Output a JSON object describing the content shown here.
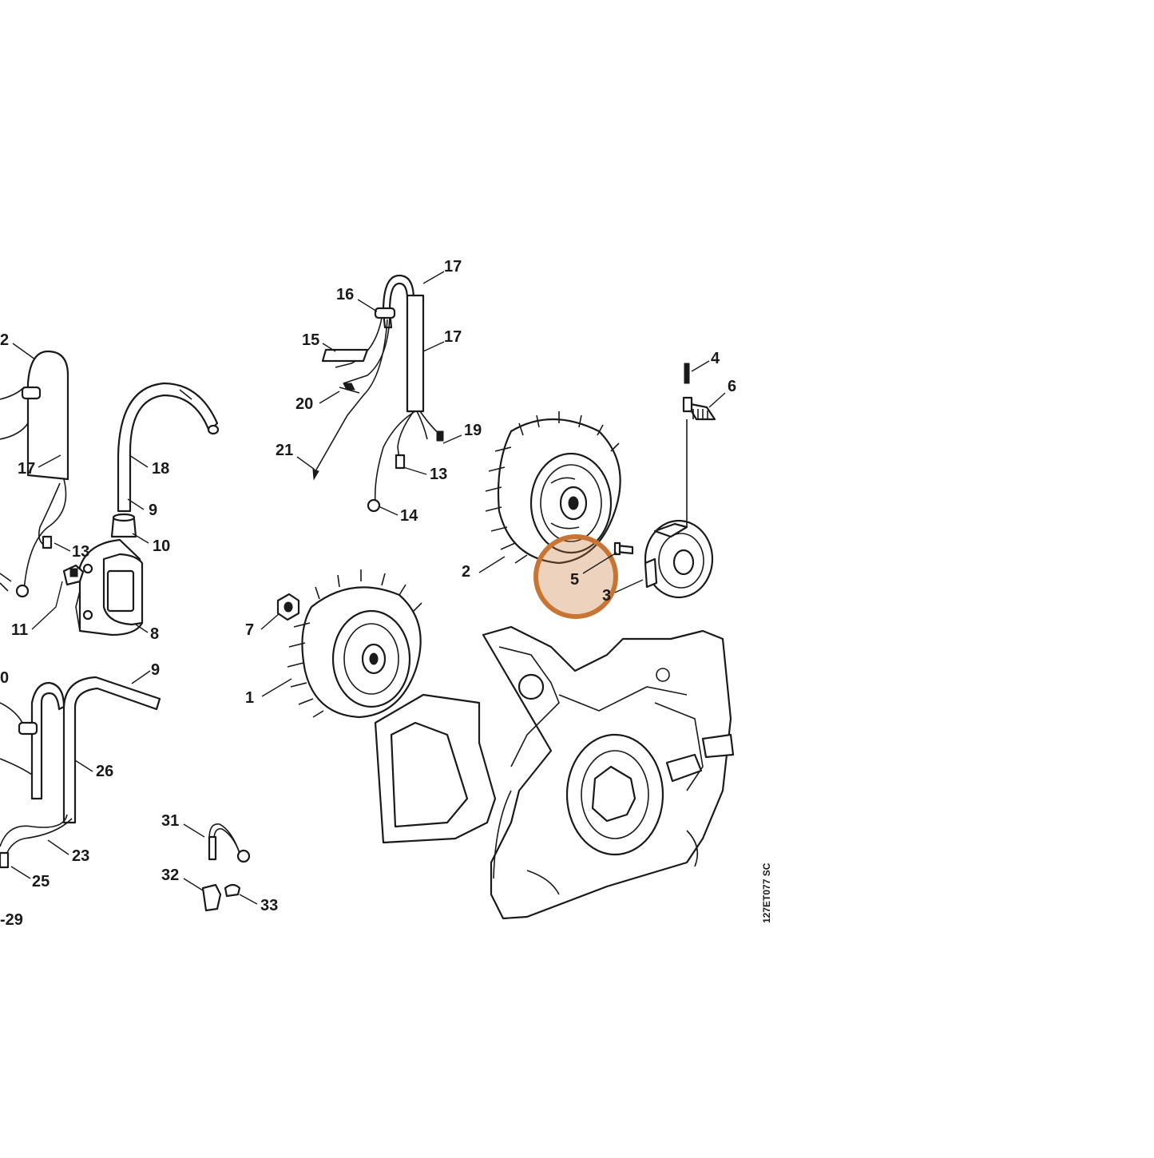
{
  "diagram": {
    "drawing_code": "127ET077 SC",
    "highlight_color": "#c87533",
    "highlighted_callout": "5",
    "callouts": [
      {
        "id": "c1",
        "label": "1"
      },
      {
        "id": "c2a",
        "label": "2"
      },
      {
        "id": "c2b",
        "label": "2"
      },
      {
        "id": "c3",
        "label": "3"
      },
      {
        "id": "c4",
        "label": "4"
      },
      {
        "id": "c5",
        "label": "5"
      },
      {
        "id": "c6",
        "label": "6"
      },
      {
        "id": "c7",
        "label": "7"
      },
      {
        "id": "c8",
        "label": "8"
      },
      {
        "id": "c9a",
        "label": "9"
      },
      {
        "id": "c9b",
        "label": "9"
      },
      {
        "id": "c10",
        "label": "10"
      },
      {
        "id": "c11",
        "label": "11"
      },
      {
        "id": "c13a",
        "label": "13"
      },
      {
        "id": "c13b",
        "label": "13"
      },
      {
        "id": "c14",
        "label": "14"
      },
      {
        "id": "c15",
        "label": "15"
      },
      {
        "id": "c16",
        "label": "16"
      },
      {
        "id": "c17a",
        "label": "17"
      },
      {
        "id": "c17b",
        "label": "17"
      },
      {
        "id": "c17c",
        "label": "17"
      },
      {
        "id": "c18",
        "label": "18"
      },
      {
        "id": "c19",
        "label": "19"
      },
      {
        "id": "c20",
        "label": "20"
      },
      {
        "id": "c20b",
        "label": "0"
      },
      {
        "id": "c21",
        "label": "21"
      },
      {
        "id": "c23",
        "label": "23"
      },
      {
        "id": "c25",
        "label": "25"
      },
      {
        "id": "c26",
        "label": "26"
      },
      {
        "id": "c29",
        "label": "-29"
      },
      {
        "id": "c31",
        "label": "31"
      },
      {
        "id": "c32",
        "label": "32"
      },
      {
        "id": "c33",
        "label": "33"
      }
    ]
  }
}
